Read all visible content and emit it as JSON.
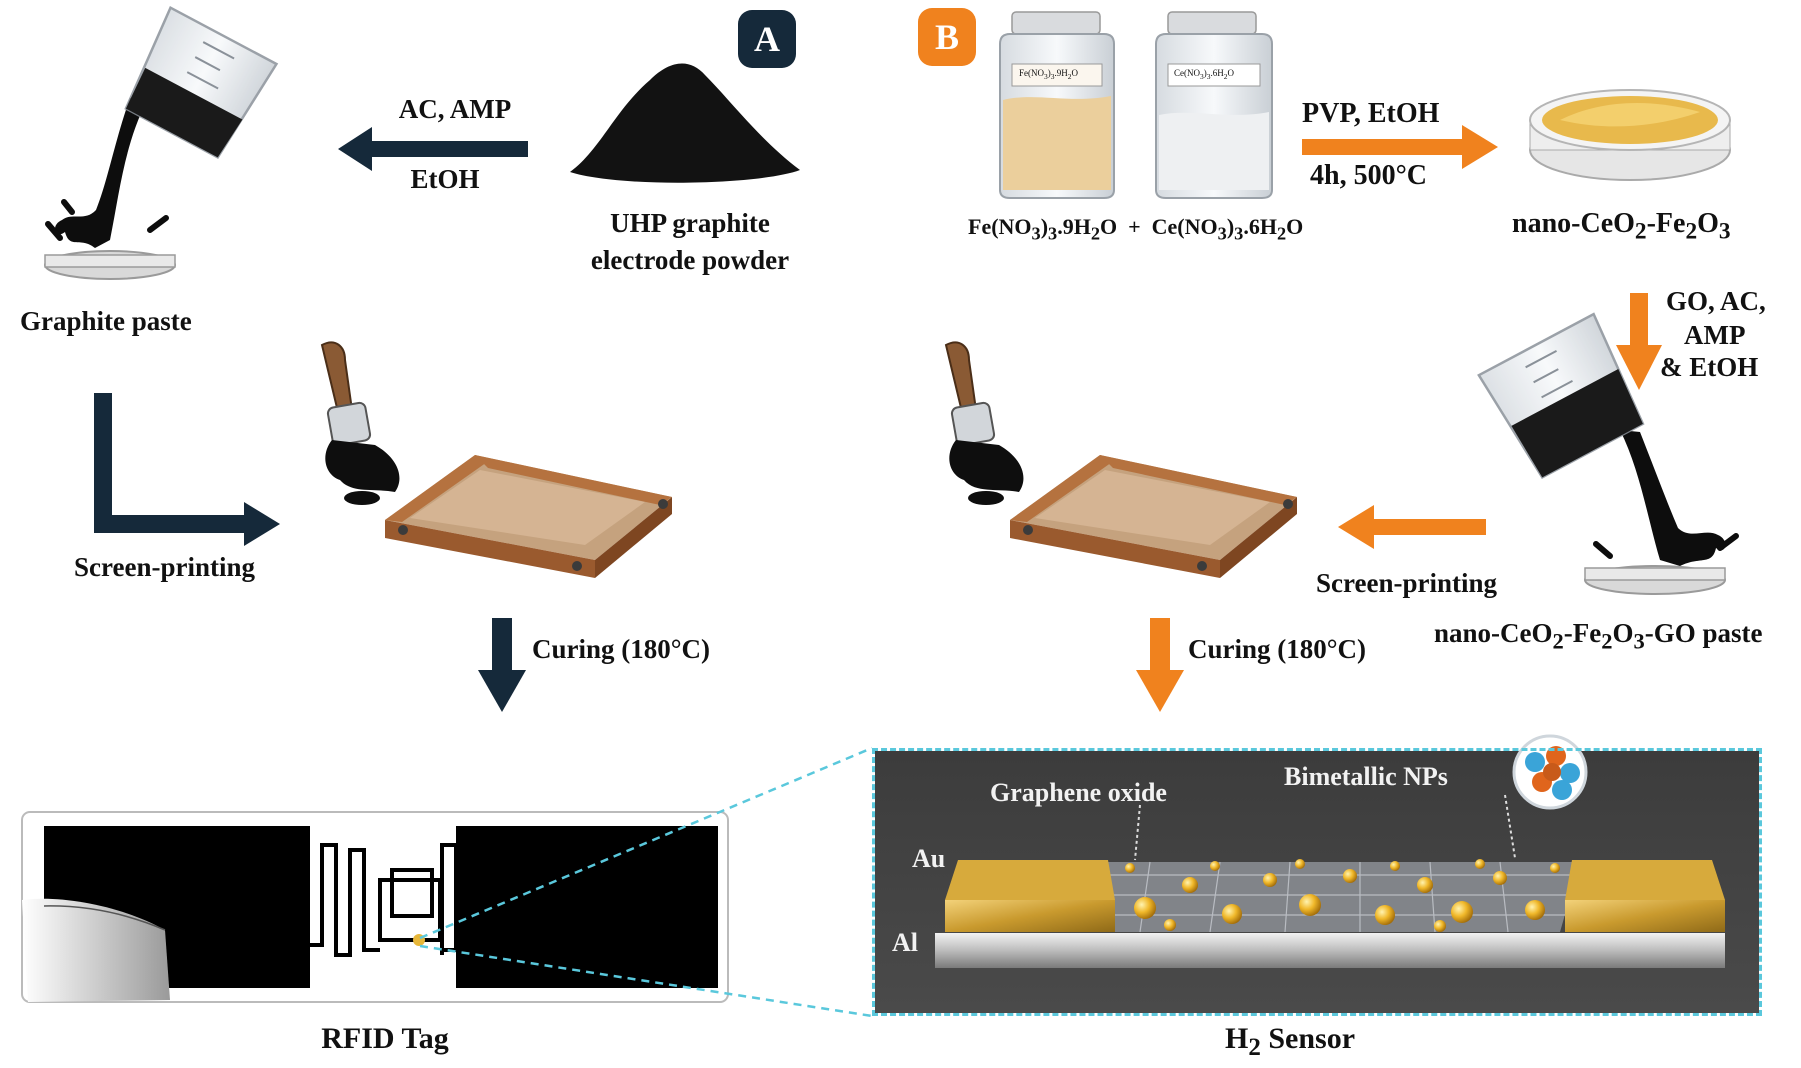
{
  "badges": {
    "a": "A",
    "b": "B"
  },
  "colors": {
    "navy": "#15293a",
    "orange": "#f0821e",
    "wood": "#a8673a",
    "cyan": "#5ac8dc",
    "gold": "#e7b73a"
  },
  "panel_a": {
    "powder_line1": "UHP graphite",
    "powder_line2": "electrode powder",
    "arrow_top": "AC, AMP",
    "arrow_bottom": "EtOH",
    "paste": "Graphite paste",
    "screen": "Screen-printing",
    "curing": "Curing (180°C)",
    "tag": "RFID Tag"
  },
  "panel_b": {
    "jar1_label": "Fe(NO3)3.9H2O",
    "jar2_label": "Ce(NO3)3.6H2O",
    "precursors": "Fe(NO3)3.9H2O + Ce(NO3)3.6H2O",
    "arrow_top": "PVP, EtOH",
    "arrow_bottom": "4h, 500°C",
    "product": "nano-CeO2-Fe2O3",
    "additive_1": "GO, AC,",
    "additive_2": "AMP",
    "additive_3": "& EtOH",
    "paste": "nano-CeO2-Fe2O3-GO paste",
    "screen": "Screen-printing",
    "curing": "Curing (180°C)",
    "sensor": "H2 Sensor",
    "graphene": "Graphene oxide",
    "nps": "Bimetallic NPs",
    "au": "Au",
    "al": "Al"
  },
  "icons": [
    "beaker-pour-icon",
    "powder-pile-icon",
    "chemical-jar-icon",
    "petri-dish-icon",
    "paintbrush-icon",
    "screen-frame-icon",
    "rfid-tag-icon",
    "nanoparticle-cluster-icon"
  ]
}
